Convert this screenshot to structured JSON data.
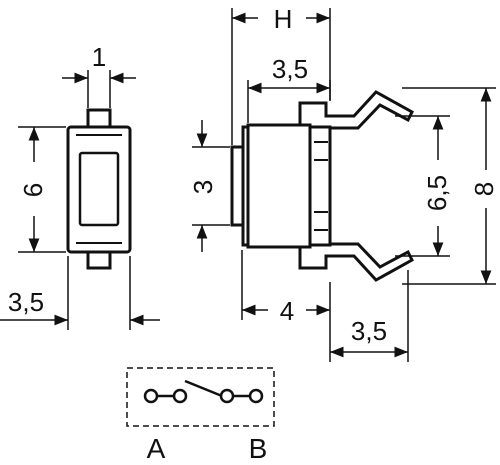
{
  "dimensions": {
    "width_top": "1",
    "height_left": "6",
    "depth_bottom_left": "3,5",
    "overall_height": "H",
    "body_depth": "3,5",
    "actuator_height": "3",
    "lead_spacing_inner": "6,5",
    "lead_spacing_outer": "8",
    "lead_offset": "4",
    "lead_length": "3,5"
  },
  "schematic": {
    "terminal_a": "A",
    "terminal_b": "B"
  },
  "colors": {
    "line": "#111111",
    "body_fill": "#ffffff"
  }
}
